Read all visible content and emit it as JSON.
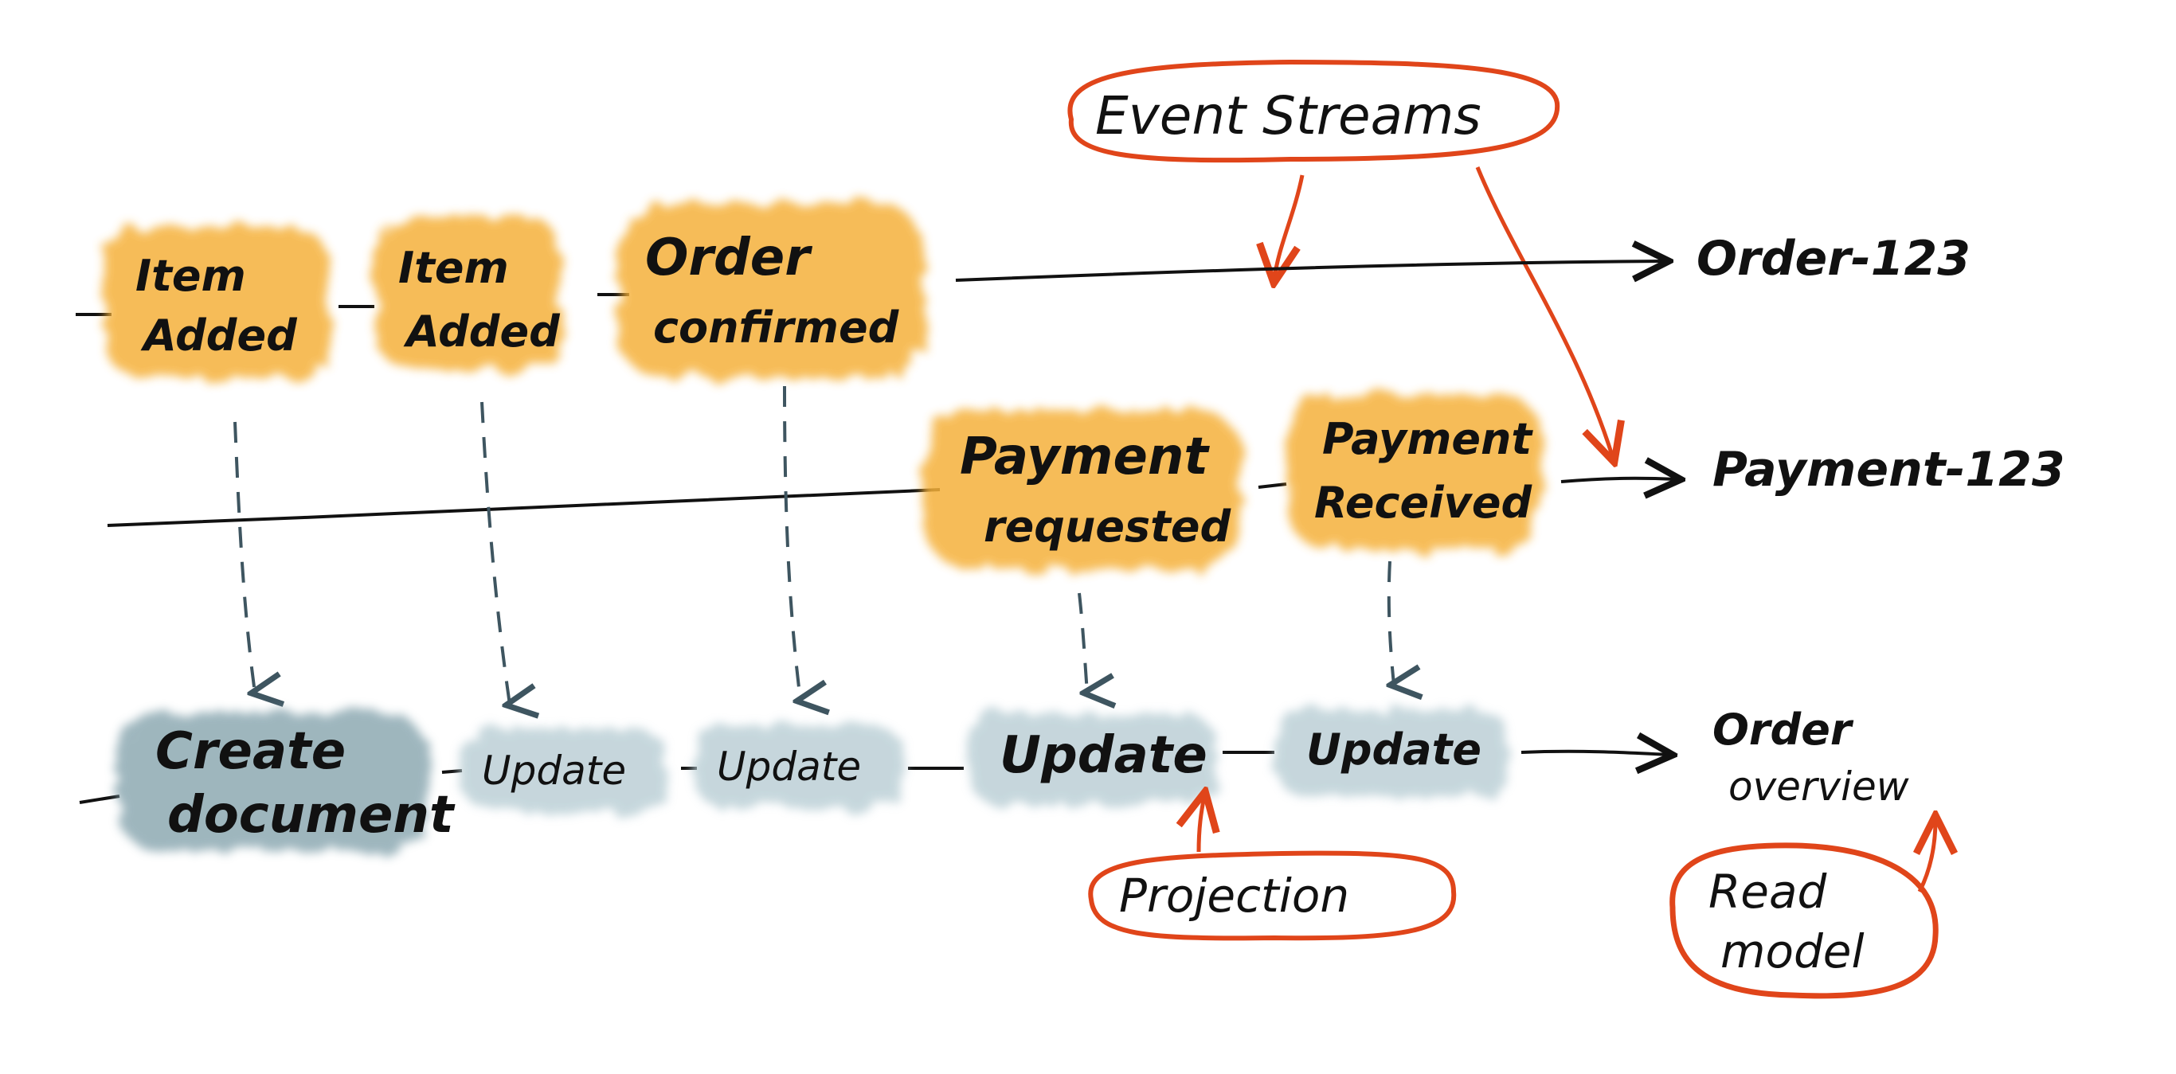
{
  "colors": {
    "event": "#f5b13a",
    "projection_step": "#b8cdd4",
    "projection_step_dark": "#7e9ea8",
    "annotation": "#e0451a",
    "ink": "#111111",
    "arrow_dashed": "#3e5560"
  },
  "annotations": {
    "event_streams": "Event Streams",
    "projection": "Projection",
    "read_model": [
      "Read",
      "model"
    ]
  },
  "streams": {
    "order": {
      "label": "Order-123",
      "events": [
        [
          "Item",
          "Added"
        ],
        [
          "Item",
          "Added"
        ],
        [
          "Order",
          "confirmed"
        ]
      ]
    },
    "payment": {
      "label": "Payment-123",
      "events": [
        [
          "Payment",
          "requested"
        ],
        [
          "Payment",
          "Received"
        ]
      ]
    }
  },
  "read_model": {
    "label": [
      "Order",
      "overview"
    ],
    "steps": [
      [
        "Create",
        "document"
      ],
      [
        "Update"
      ],
      [
        "Update"
      ],
      [
        "Update"
      ],
      [
        "Update"
      ]
    ]
  }
}
